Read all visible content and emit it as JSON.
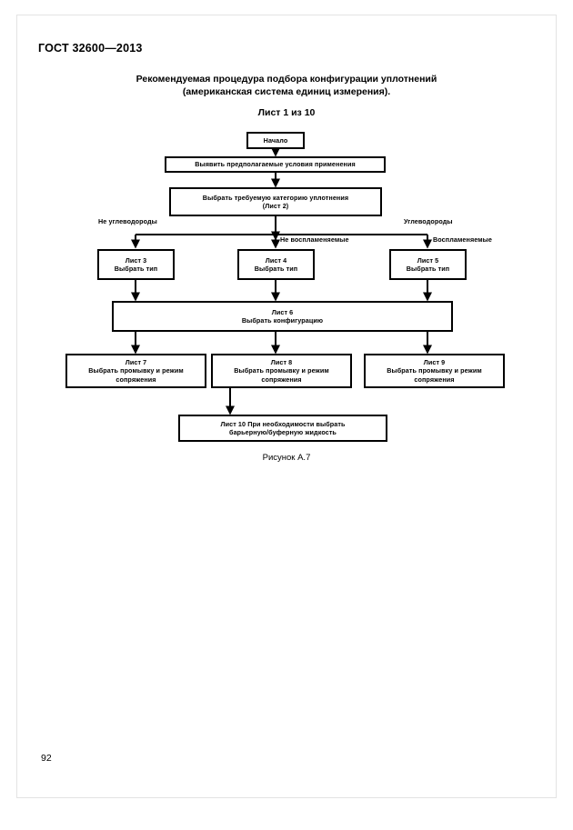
{
  "document": {
    "standard_header": "ГОСТ 32600—2013",
    "page_number": "92"
  },
  "figure": {
    "title_line1": "Рекомендуемая процедура подбора конфигурации уплотнений",
    "title_line2": "(американская система единиц измерения).",
    "sheet_label": "Лист 1 из 10",
    "caption": "Рисунок А.7"
  },
  "flowchart": {
    "nodes": {
      "start": {
        "line1": "Начало"
      },
      "identify_conditions": {
        "line1": "Выявить предполагаемые условия применения"
      },
      "select_category": {
        "line1": "Выбрать требуемую категорию уплотнения",
        "line2": "(Лист 2)"
      },
      "sheet3": {
        "line1": "Лист 3",
        "line2": "Выбрать тип"
      },
      "sheet4": {
        "line1": "Лист 4",
        "line2": "Выбрать тип"
      },
      "sheet5": {
        "line1": "Лист 5",
        "line2": "Выбрать тип"
      },
      "sheet6": {
        "line1": "Лист 6",
        "line2": "Выбрать конфигурацию"
      },
      "sheet7": {
        "line1": "Лист 7",
        "line2": "Выбрать промывку и режим",
        "line3": "сопряжения"
      },
      "sheet8": {
        "line1": "Лист 8",
        "line2": "Выбрать промывку и режим",
        "line3": "сопряжения"
      },
      "sheet9": {
        "line1": "Лист 9",
        "line2": "Выбрать промывку и режим",
        "line3": "сопряжения"
      },
      "sheet10": {
        "line1": "Лист 10 При необходимости выбрать",
        "line2": "барьерную/буферную жидкость"
      }
    },
    "edge_labels": {
      "non_hydrocarbons": "Не углеводороды",
      "hydrocarbons": "Углеводороды",
      "non_flammable": "Не воспламеняемые",
      "flammable": "Воспламеняемые"
    },
    "colors": {
      "line": "#000000",
      "node_fill": "#ffffff",
      "text": "#000000"
    }
  }
}
